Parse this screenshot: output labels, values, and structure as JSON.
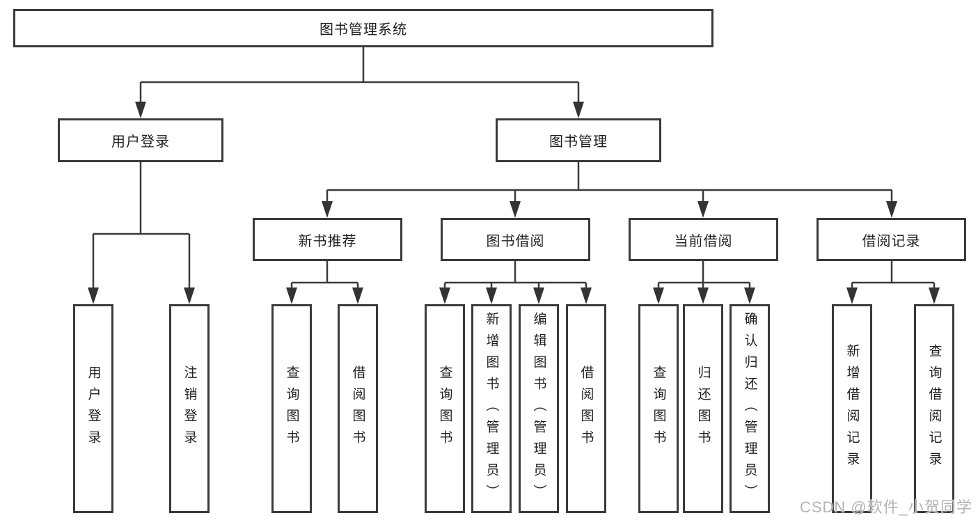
{
  "root": {
    "label": "图书管理系统"
  },
  "level2": [
    {
      "label": "用户登录"
    },
    {
      "label": "图书管理"
    }
  ],
  "level3": [
    {
      "label": "新书推荐"
    },
    {
      "label": "图书借阅"
    },
    {
      "label": "当前借阅"
    },
    {
      "label": "借阅记录"
    }
  ],
  "leaves": {
    "user_login": [
      {
        "label": "用户登录"
      },
      {
        "label": "注销登录"
      }
    ],
    "new_book": [
      {
        "label": "查询图书"
      },
      {
        "label": "借阅图书"
      }
    ],
    "borrow": [
      {
        "label": "查询图书"
      },
      {
        "label": "新增图书（管理员）"
      },
      {
        "label": "编辑图书（管理员）"
      },
      {
        "label": "借阅图书"
      }
    ],
    "current": [
      {
        "label": "查询图书"
      },
      {
        "label": "归还图书"
      },
      {
        "label": "确认归还（管理员）"
      }
    ],
    "records": [
      {
        "label": "新增借阅记录"
      },
      {
        "label": "查询借阅记录"
      }
    ]
  },
  "watermark": {
    "text": "CSDN @软件_小贺同学"
  },
  "colors": {
    "line": "#3a3a3a",
    "box_border": "#3a3a3a",
    "box_background": "#ffffff",
    "text": "#1f1f1f",
    "watermark": "#b3b3b3"
  }
}
